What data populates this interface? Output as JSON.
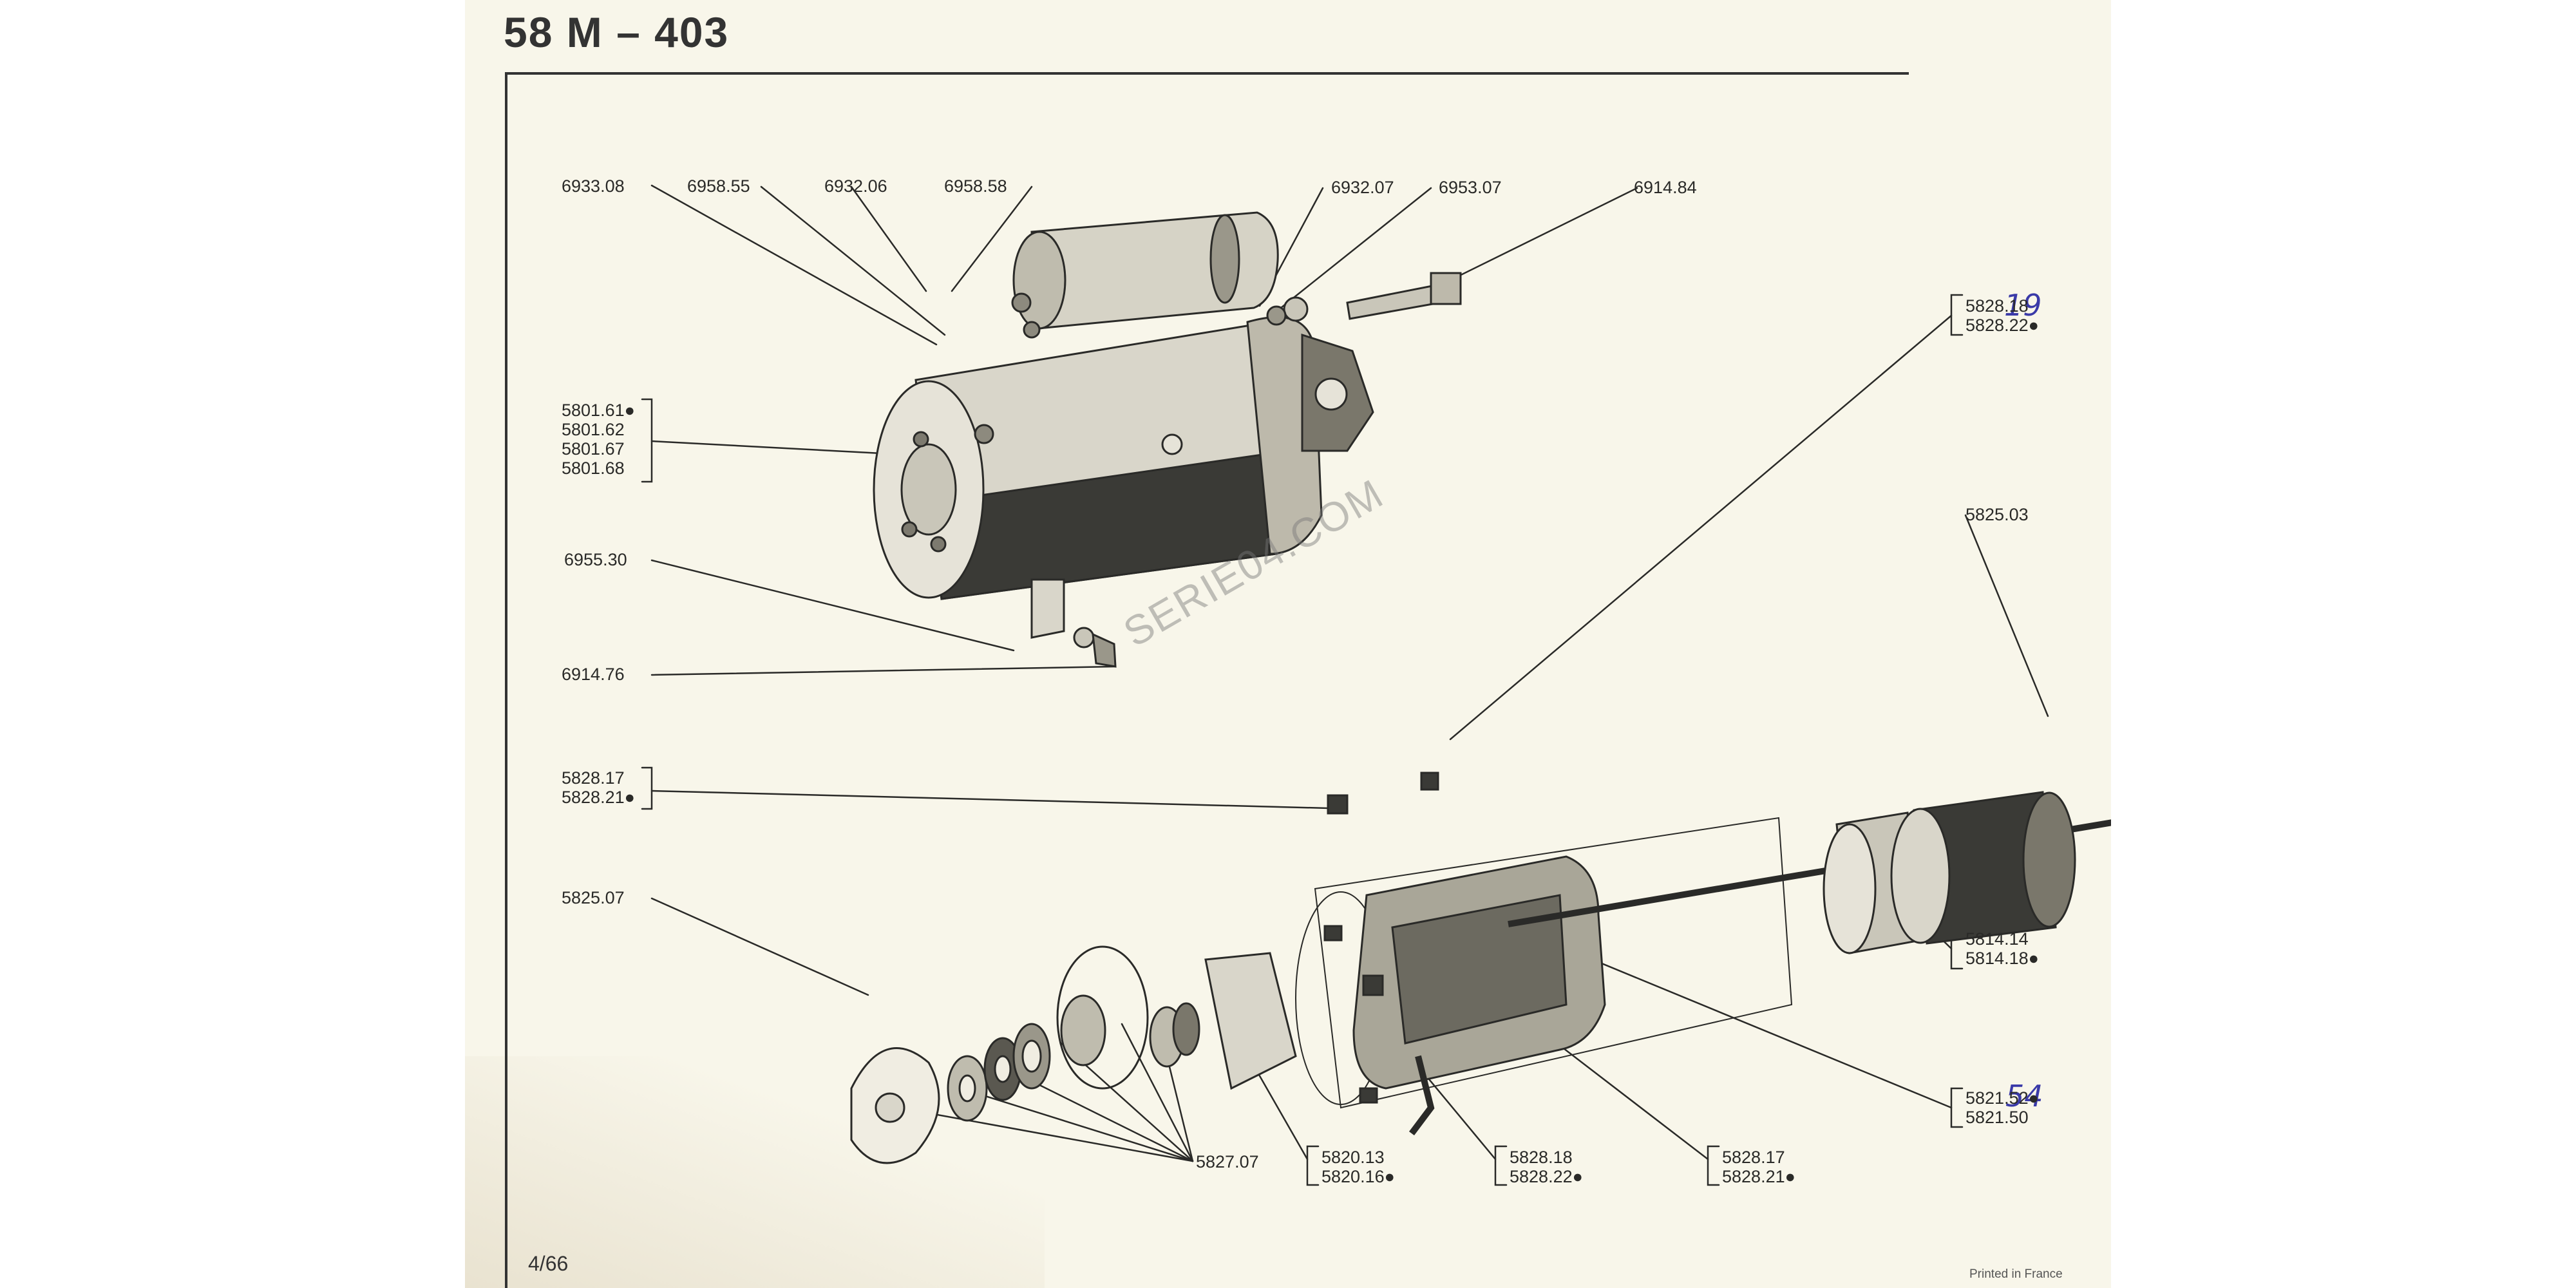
{
  "header": {
    "title": "58 M  –  403"
  },
  "watermark": "SERIE04.COM",
  "footer": {
    "page_number": "4/66",
    "printed": "Printed in France"
  },
  "part_refs": {
    "r6933_08": "6933.08",
    "r6958_55": "6958.55",
    "r6932_06": "6932.06",
    "r6958_58": "6958.58",
    "r6932_07": "6932.07",
    "r6953_07": "6953.07",
    "r6914_84": "6914.84",
    "r6955_30": "6955.30",
    "r6914_76": "6914.76",
    "r5825_07": "5825.07",
    "r5825_03": "5825.03",
    "r5827_07": "5827.07"
  },
  "groups": {
    "motor_body": [
      "5801.61●",
      "5801.62",
      "5801.67",
      "5801.68"
    ],
    "brushes_top": [
      "5828.18",
      "5828.22●"
    ],
    "brushes_left": [
      "5828.17",
      "5828.21●"
    ],
    "drive_end": [
      "5814.14",
      "5814.18●"
    ],
    "armature": [
      "5821.52●",
      "5821.50"
    ],
    "field_coils": [
      "5820.13",
      "5820.16●"
    ],
    "brushes_bottom_mid": [
      "5828.18",
      "5828.22●"
    ],
    "brushes_bottom_right": [
      "5828.17",
      "5828.21●"
    ]
  },
  "handwritten_notes": [
    "19",
    "54"
  ],
  "colors": {
    "paper": "#f8f6ea",
    "ink": "#2a2a28",
    "handwriting": "#3a3aa8",
    "watermark": "#888888"
  }
}
